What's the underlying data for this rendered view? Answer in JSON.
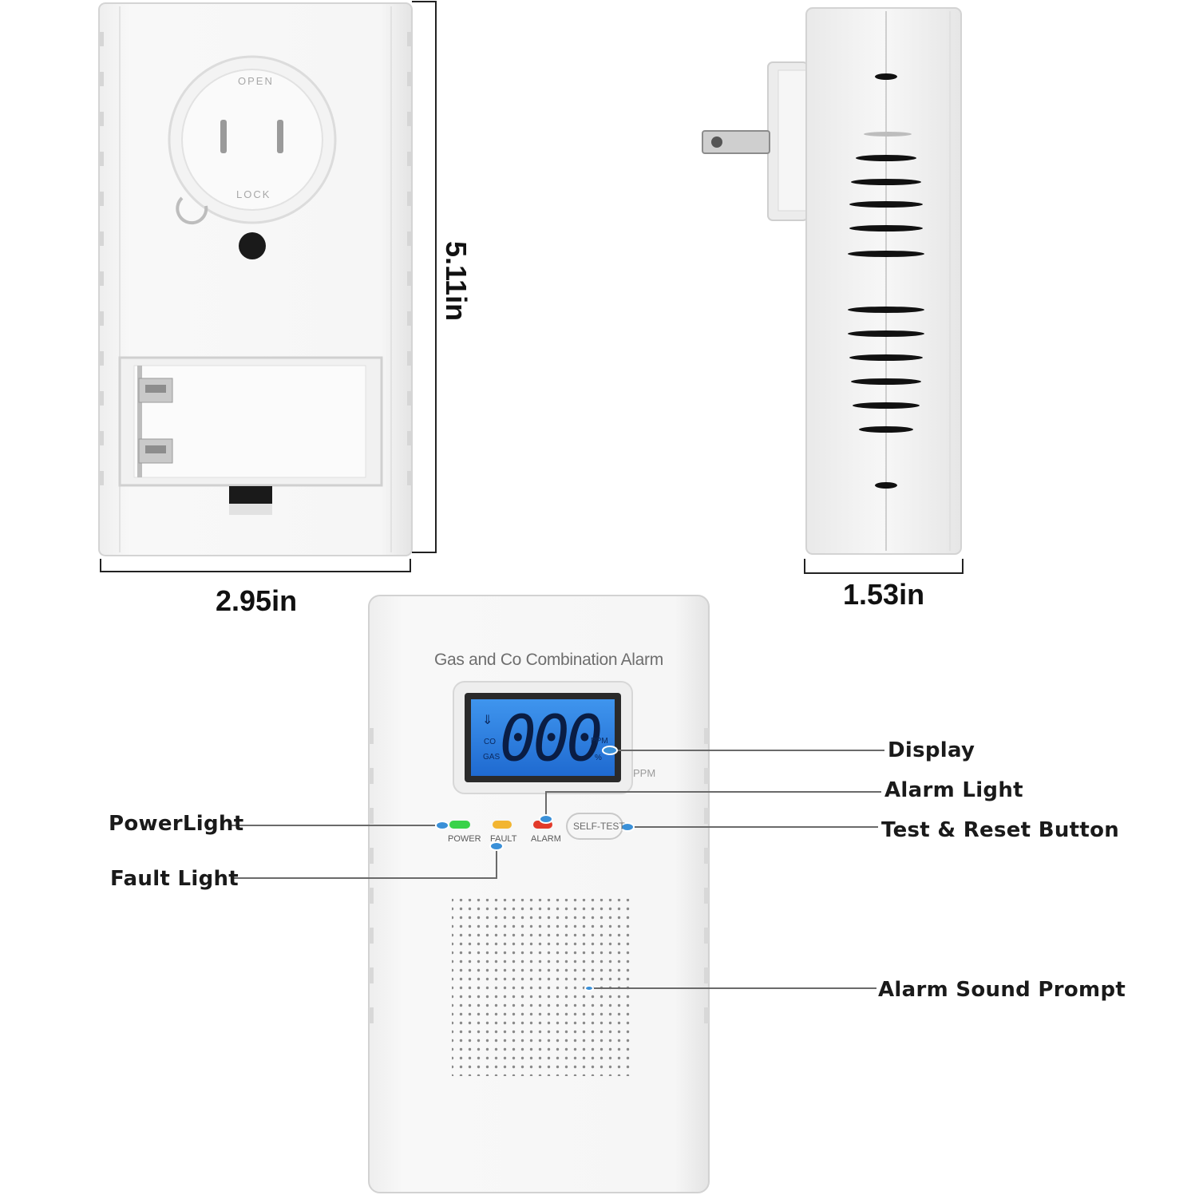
{
  "dimensions": {
    "width": "2.95in",
    "height": "5.11in",
    "depth": "1.53in"
  },
  "back_view": {
    "plug_open": "OPEN",
    "plug_lock": "LOCK"
  },
  "front_view": {
    "device_title": "Gas and Co Combination Alarm",
    "lcd": {
      "digits": "000",
      "left_label_co": "CO",
      "left_label_gas": "GAS",
      "right_label_ppm": "PPM",
      "right_label_pct": "%"
    },
    "ppm_outside": "PPM",
    "led_power": "POWER",
    "led_fault": "FAULT",
    "led_alarm": "ALARM",
    "self_test_button": "SELF-TEST"
  },
  "callouts": {
    "display": "Display",
    "alarm_light": "Alarm Light",
    "test_reset": "Test & Reset Button",
    "power_light": "PowerLight",
    "fault_light": "Fault Light",
    "alarm_sound": "Alarm Sound Prompt"
  },
  "colors": {
    "lcd_blue": "#2d7fe0",
    "led_green": "#39d24a",
    "led_amber": "#f2b531",
    "led_red": "#e23a2a",
    "pointer_dot": "#3a90d8"
  }
}
